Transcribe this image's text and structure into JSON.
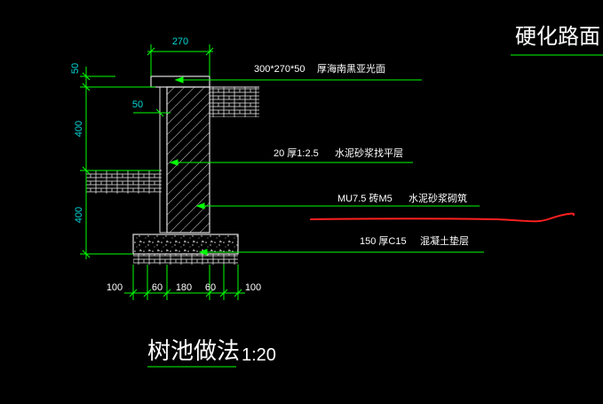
{
  "header": {
    "road_label": "硬化路面"
  },
  "title": {
    "main": "树池做法",
    "scale": "1:20"
  },
  "dimensions": {
    "top_width": "270",
    "cap_thickness": "50",
    "upper_height": "400",
    "lower_height": "400",
    "offset": "50",
    "bottom": [
      "100",
      "60",
      "180",
      "60",
      "100"
    ]
  },
  "callouts": {
    "cap": "300*270*50",
    "cap_desc": "厚海南黑亚光面",
    "mortar_spec": "20 厚1:2.5",
    "mortar_desc": "水泥砂浆找平层",
    "brick_spec": "MU7.5 砖M5",
    "brick_desc": "水泥砂浆砌筑",
    "base_spec": "150 厚C15",
    "base_desc": "混凝土垫层"
  },
  "colors": {
    "background": "#000000",
    "line_green": "#00ff00",
    "dim_cyan": "#00d8d8",
    "text_white": "#ffffff",
    "hatch_white": "#e0e0e0",
    "annotation_red": "#ff2020"
  }
}
